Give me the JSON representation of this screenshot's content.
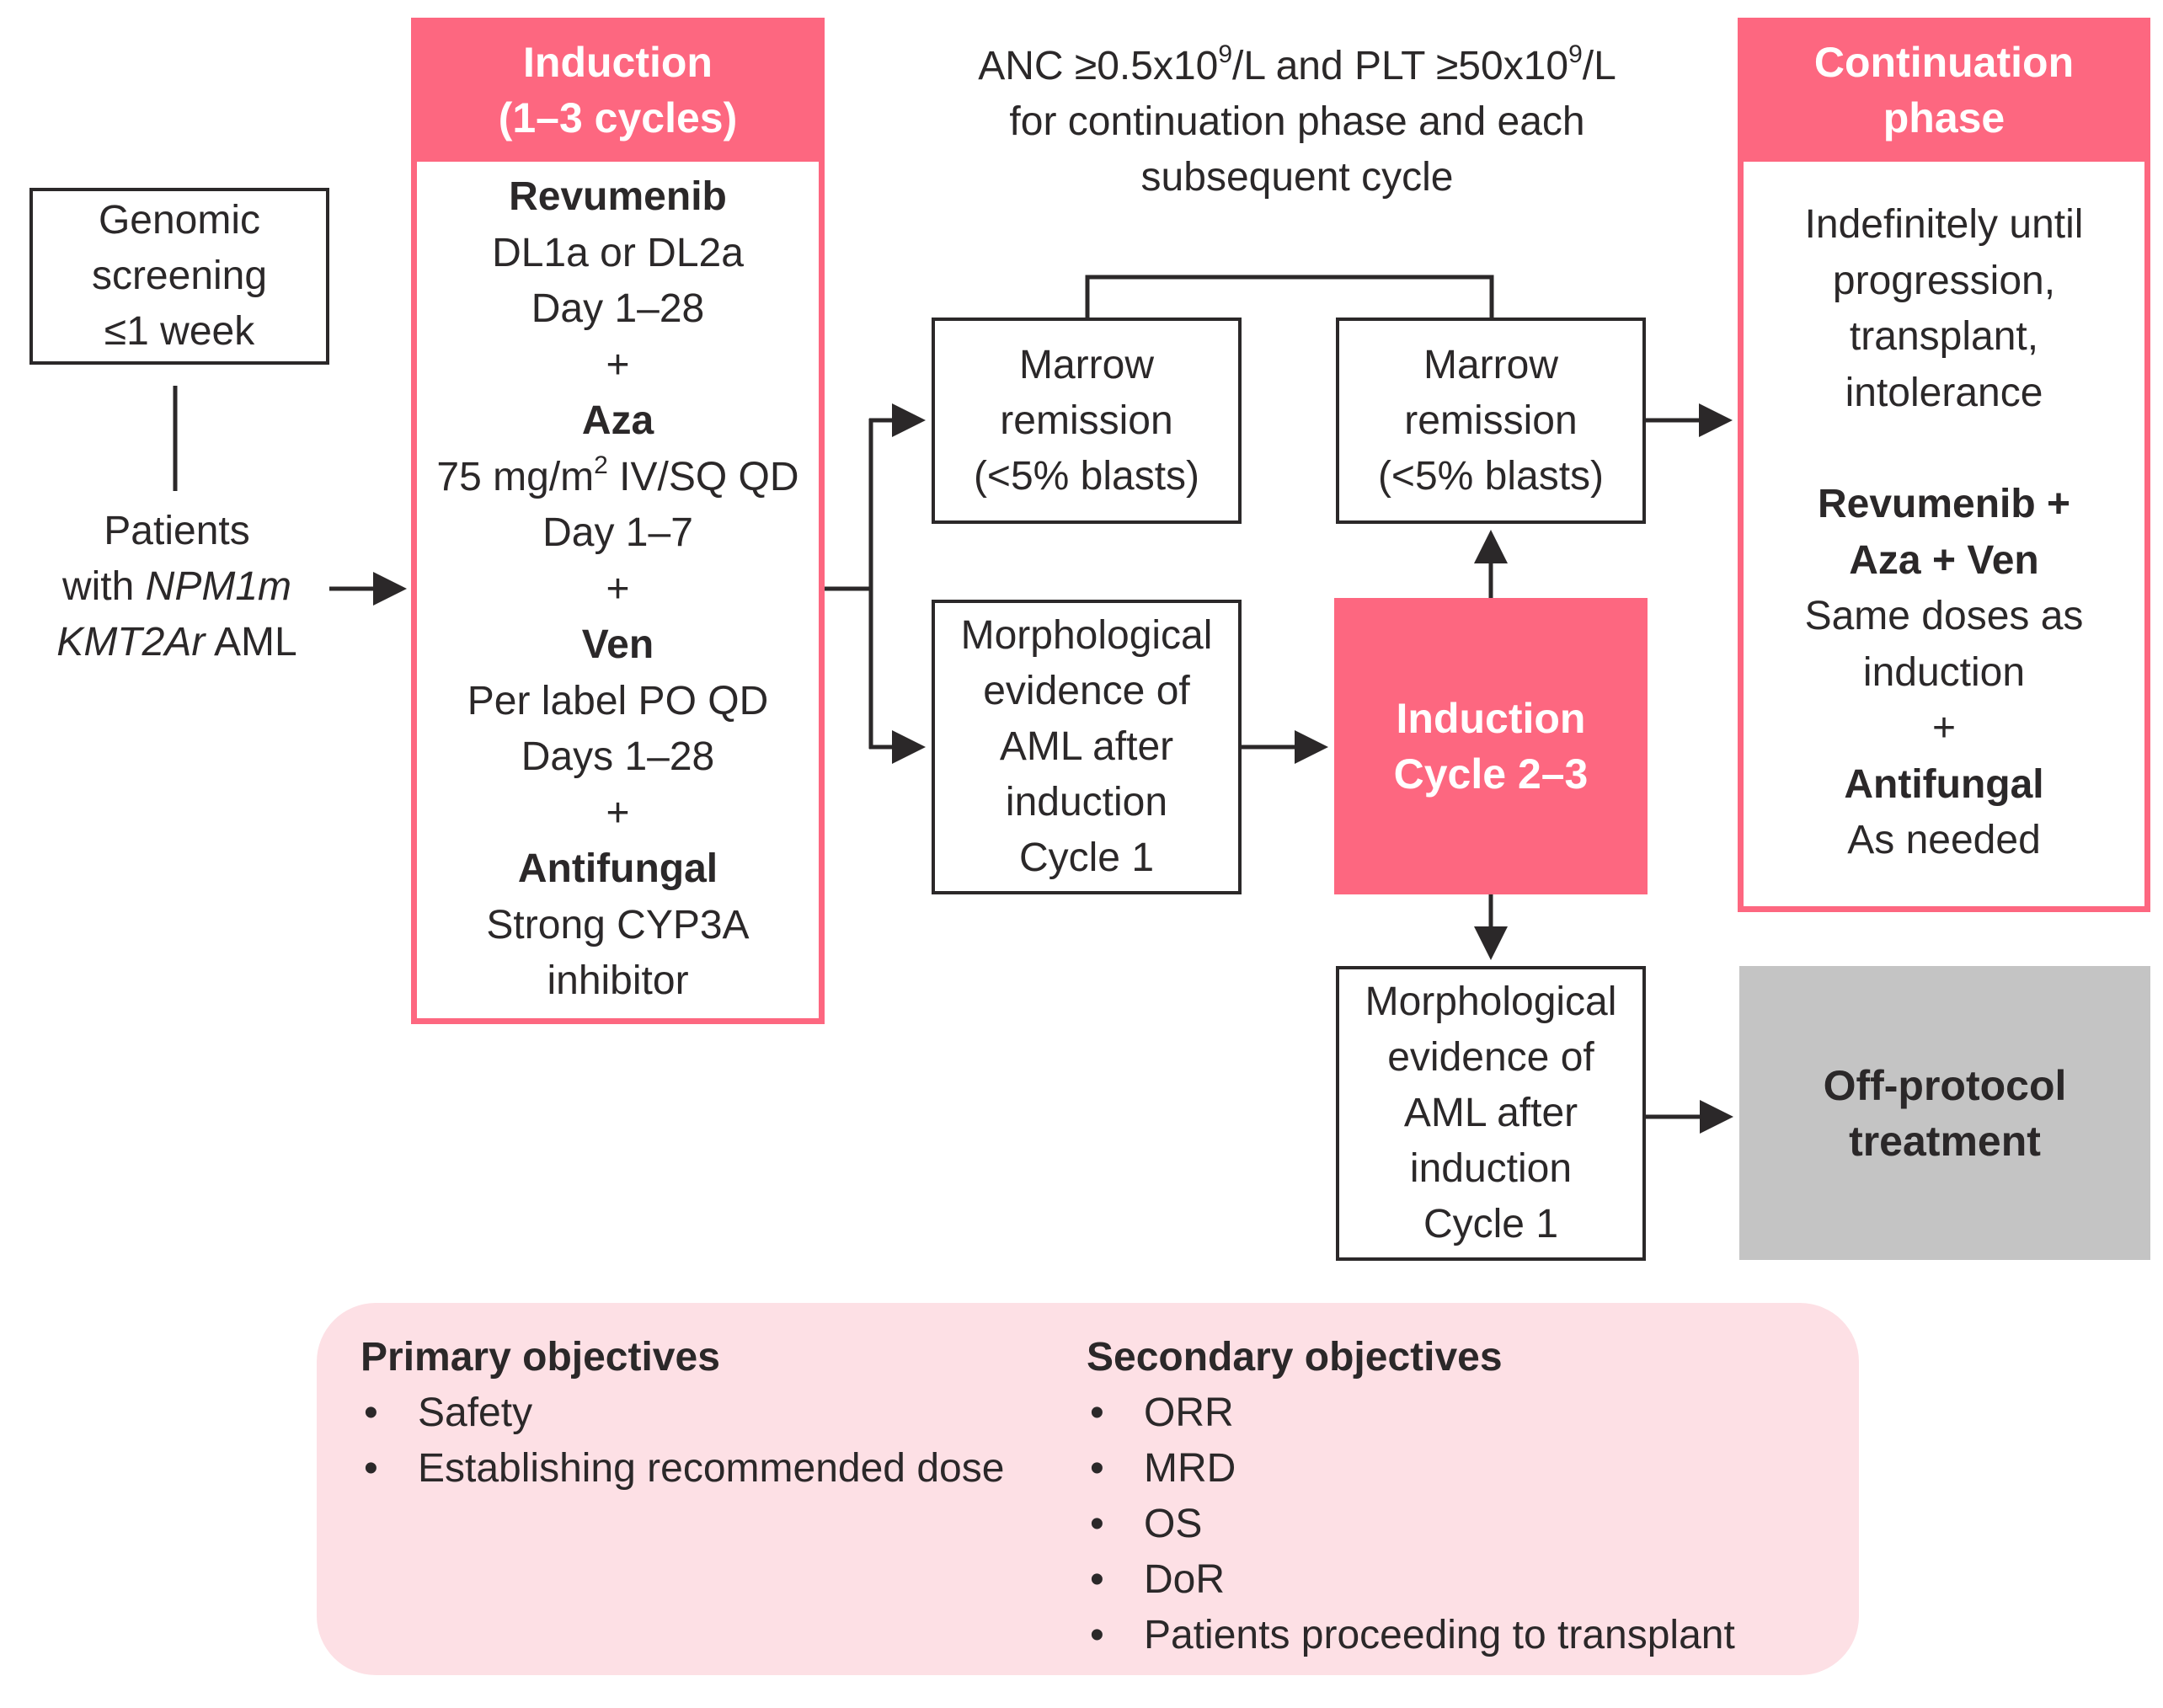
{
  "colors": {
    "accent_pink": "#fd6780",
    "panel_pink": "#fde0e5",
    "off_protocol_gray": "#c4c4c4",
    "text_dark": "#2b2829"
  },
  "screening": {
    "lines": [
      "Genomic",
      "screening",
      "≤1 week"
    ]
  },
  "patients": {
    "line1": "Patients",
    "line2_prefix": "with ",
    "line2_italic": "NPM1m",
    "line3_italic": "KMT2Ar",
    "line3_suffix": " AML"
  },
  "induction": {
    "header": [
      "Induction",
      "(1–3 cycles)"
    ],
    "drugs": [
      {
        "name": "Revumenib",
        "details": [
          "DL1a or DL2a",
          "Day 1–28"
        ]
      },
      {
        "name": "Aza",
        "details": [
          "75 mg/m",
          "Day 1–7"
        ],
        "dose_sup": "2",
        "dose_suffix": " IV/SQ QD"
      },
      {
        "name": "Ven",
        "details": [
          "Per label PO QD",
          "Days 1–28"
        ]
      },
      {
        "name": "Antifungal",
        "details": [
          "Strong CYP3A",
          "inhibitor"
        ]
      }
    ],
    "plus": "+"
  },
  "criteria_note": {
    "line1_parts": [
      "ANC ≥0.5x10",
      "9",
      "/L and PLT ≥50x10",
      "9",
      "/L"
    ],
    "line2": "for continuation phase and each",
    "line3": "subsequent cycle"
  },
  "marrow_remission_1": {
    "lines": [
      "Marrow",
      "remission",
      "(<5% blasts)"
    ]
  },
  "marrow_remission_2": {
    "lines": [
      "Marrow",
      "remission",
      "(<5% blasts)"
    ]
  },
  "morph_evidence_1": {
    "lines": [
      "Morphological",
      "evidence of",
      "AML after",
      "induction",
      "Cycle 1"
    ]
  },
  "induction_cycle_2_3": {
    "lines": [
      "Induction",
      "Cycle 2–3"
    ]
  },
  "morph_evidence_2": {
    "lines": [
      "Morphological",
      "evidence of",
      "AML after",
      "induction",
      "Cycle 1"
    ]
  },
  "continuation": {
    "header": [
      "Continuation",
      "phase"
    ],
    "intro": [
      "Indefinitely until",
      "progression,",
      "transplant,",
      "intolerance"
    ],
    "combo": [
      "Revumenib +",
      "Aza + Ven"
    ],
    "combo_details": [
      "Same doses as",
      "induction"
    ],
    "plus": "+",
    "antifungal": "Antifungal",
    "antifungal_detail": "As needed"
  },
  "off_protocol": {
    "lines": [
      "Off-protocol",
      "treatment"
    ]
  },
  "objectives": {
    "primary": {
      "title": "Primary objectives",
      "items": [
        "Safety",
        "Establishing recommended dose"
      ]
    },
    "secondary": {
      "title": "Secondary objectives",
      "items": [
        "ORR",
        "MRD",
        "OS",
        "DoR",
        "Patients proceeding to transplant"
      ]
    },
    "bullet": "•"
  }
}
